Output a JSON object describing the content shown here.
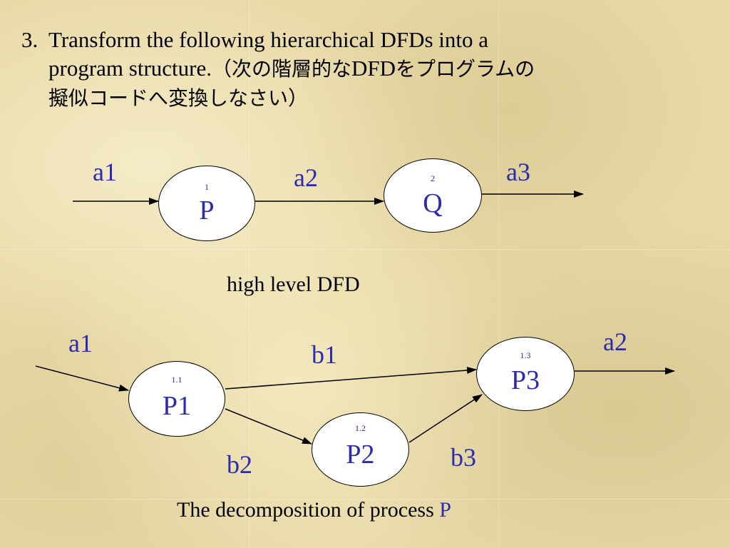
{
  "title": {
    "number": "3.",
    "line1": "Transform the following hierarchical DFDs into a",
    "line2_en": "program structure.",
    "line2_jp_a": "（次の階層的な",
    "line2_dfd": "DFD",
    "line2_jp_b": "をプログラムの",
    "line3_jp": "擬似コードへ変換しなさい）"
  },
  "high_level": {
    "caption": "high level DFD",
    "nodes": [
      {
        "id": "1",
        "name": "P"
      },
      {
        "id": "2",
        "name": "Q"
      }
    ],
    "flows": [
      "a1",
      "a2",
      "a3"
    ]
  },
  "decomposition": {
    "caption_prefix": "The decomposition of process ",
    "caption_accent": "P",
    "nodes": [
      {
        "id": "1.1",
        "name": "P1"
      },
      {
        "id": "1.2",
        "name": "P2"
      },
      {
        "id": "1.3",
        "name": "P3"
      }
    ],
    "flows": [
      "a1",
      "b1",
      "b2",
      "b3",
      "a2"
    ]
  },
  "colors": {
    "label": "#2b2bb0",
    "line": "#000000"
  }
}
